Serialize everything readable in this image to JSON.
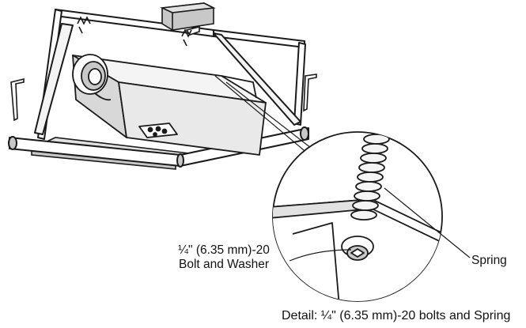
{
  "labels": {
    "bolt_line1": "¼\" (6.35 mm)-20",
    "bolt_line2": "Bolt and Washer",
    "spring": "Spring",
    "caption": "Detail: ¼\" (6.35 mm)-20 bolts and Spring"
  },
  "colors": {
    "line": "#1a1a1a",
    "shade": "#c8c8c8",
    "light_shade": "#e2e2e2",
    "background": "#ffffff"
  }
}
